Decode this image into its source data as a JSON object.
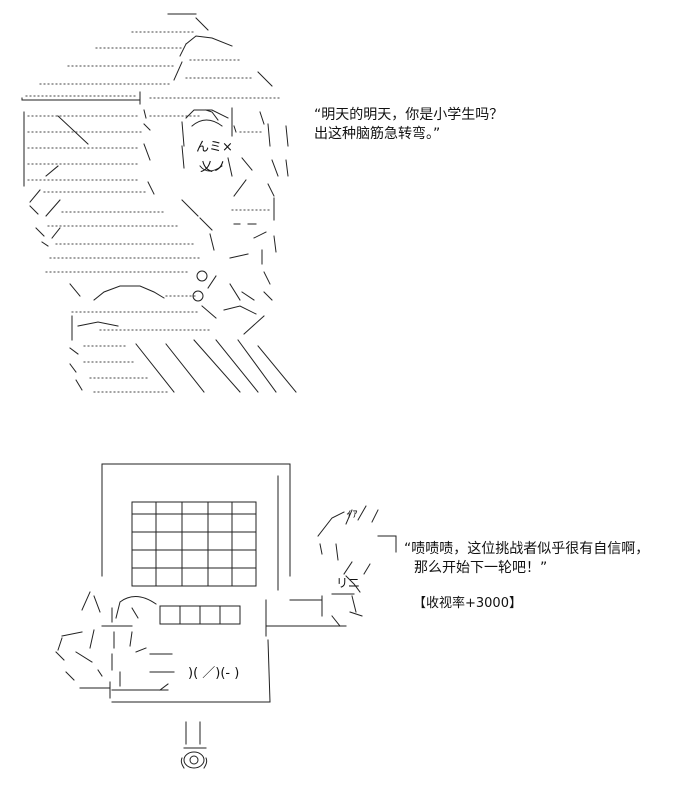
{
  "panels": [
    {
      "speech_line1": "“明天的明天，你是小学生吗？",
      "speech_line2": "出这种脑筋急转弯。”"
    },
    {
      "speech_line1": "“啧啧啧，这位挑战者似乎很有自信啊，",
      "speech_line2": "那么开始下一轮吧！”",
      "rating": "【收视率+3000】"
    }
  ],
  "art": {
    "top_face_text": "んミ×",
    "top_mouth_text": "乂ノ",
    "robot_hand_text": "ｨｧ",
    "robot_arm_text": "リニ",
    "robot_base_text": ")( ／)(- )"
  }
}
